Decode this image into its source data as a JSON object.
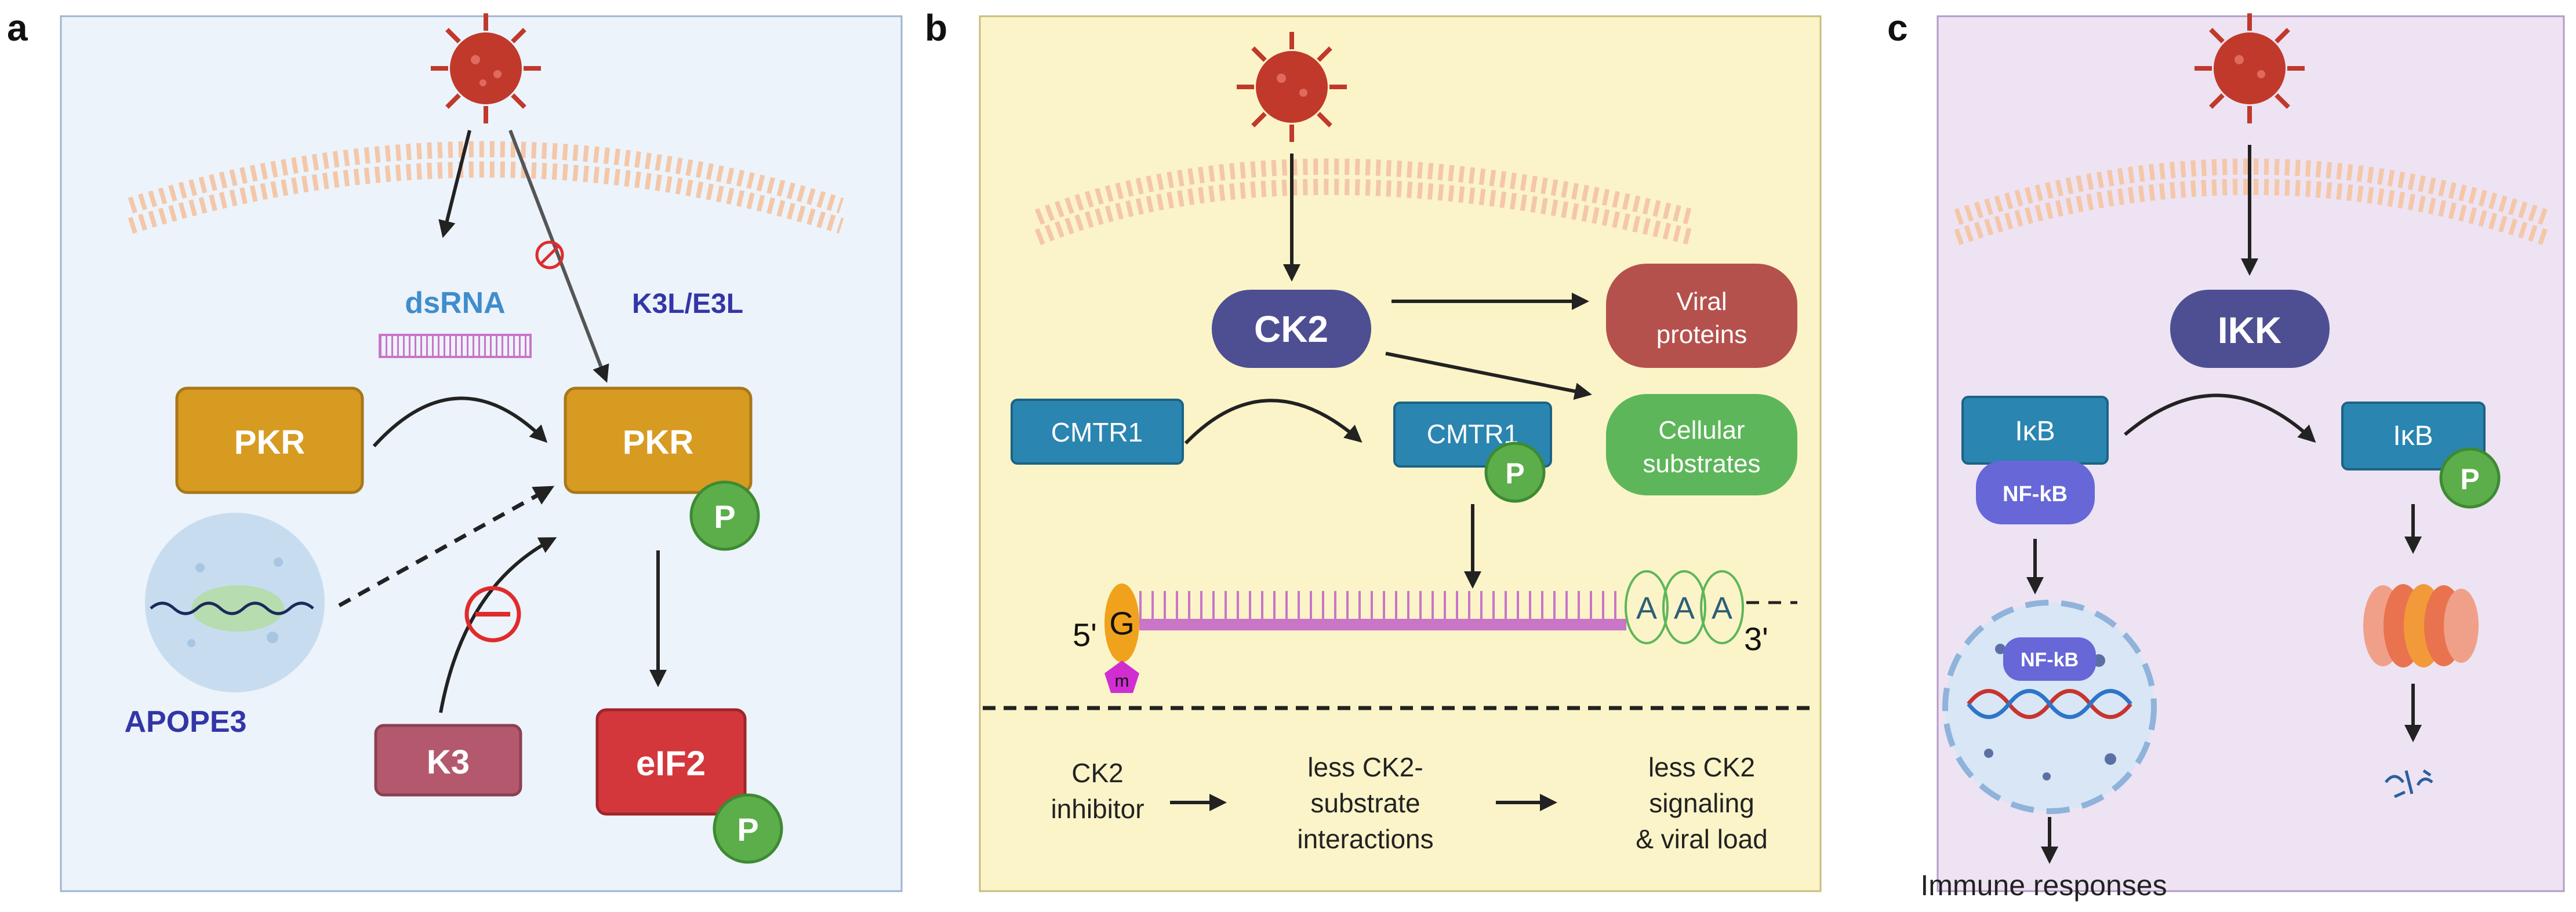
{
  "panel_a": {
    "letter": "a",
    "dsrna_label": "dsRNA",
    "k3l_label": "K3L/E3L",
    "pkr_inactive": "PKR",
    "pkr_active": "PKR",
    "phospho": "P",
    "apope3_label": "APOPE3",
    "k3_label": "K3",
    "eif2_label": "eIF2"
  },
  "panel_b": {
    "letter": "b",
    "ck2_label": "CK2",
    "viral_proteins_line1": "Viral",
    "viral_proteins_line2": "proteins",
    "cellular_line1": "Cellular",
    "cellular_line2": "substrates",
    "cmtr1_left": "CMTR1",
    "cmtr1_right": "CMTR1",
    "phospho": "P",
    "five_prime": "5'",
    "cap_g": "G",
    "cap_m": "m",
    "poly_a": [
      "A",
      "A",
      "A"
    ],
    "three_prime": "3'",
    "bottom": {
      "step1_line1": "CK2",
      "step1_line2": "inhibitor",
      "step2_line1": "less CK2-",
      "step2_line2": "substrate",
      "step2_line3": "interactions",
      "step3_line1": "less CK2",
      "step3_line2": "signaling",
      "step3_line3": "& viral load"
    }
  },
  "panel_c": {
    "letter": "c",
    "ikk_label": "IKK",
    "ikb_left": "IκB",
    "ikb_right": "IκB",
    "nfkb_cyto": "NF-kB",
    "nfkb_nucleus": "NF-kB",
    "phospho": "P",
    "immune_label": "Immune responses"
  },
  "colors": {
    "panel_a_bg": "#ECF3FB",
    "panel_b_bg": "#FBF4C8",
    "panel_c_bg": "#EDE3F3",
    "virus": "#C0392B",
    "membrane": "#F4C7A8",
    "pkr": "#D79B22",
    "k3": "#B4596D",
    "eif2": "#D3373C",
    "phospho": "#5BAE4A",
    "ck2": "#4E4E93",
    "viral_proteins": "#B5514D",
    "cellular": "#5DB65A",
    "cmtr1": "#2A85B0",
    "rna": "#C975C8",
    "nfkb": "#6767D8",
    "dsrna_text": "#3F8DCC",
    "k3l_text": "#3336A6"
  }
}
